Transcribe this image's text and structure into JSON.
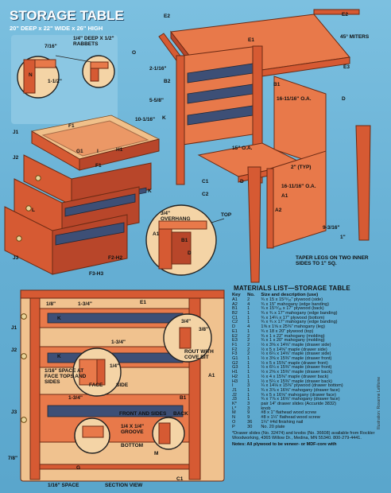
{
  "header": {
    "title": "STORAGE TABLE",
    "subtitle": "20\" DEEP x 22\" WIDE x 26\" HIGH"
  },
  "callouts": {
    "rabbets": "1/4\" DEEP X 1/2\" RABBETS",
    "seven_sixteenths": "7/16\"",
    "one_half": "1-1/2\"",
    "two_one_sixteenth": "2-1/16\"",
    "five_eighths": "5-5/8\"",
    "ten_one_sixteenth": "10-1/16\"",
    "sixteen_a": "16-11/16\" O.A.",
    "sixteen_b": "16-11/16\" O.A.",
    "two_typ": "2\" (TYP)",
    "fifteen_oa": "15\" O.A.",
    "miters": "45° MITERS",
    "nine_three": "9-3/16\"",
    "one_inch": "1\"",
    "taper": "TAPER LEGS ON TWO INNER SIDES TO 1\" SQ.",
    "overhang": "3/4\" OVERHANG",
    "top": "TOP",
    "one_eighth": "1/8\"",
    "one_three_quarter_a": "1-3/4\"",
    "one_three_quarter_b": "1-3/4\"",
    "one_three_quarter_c": "1-3/4\"",
    "three_eighths": "3/8\"",
    "three_quarter_d": "3/4\"",
    "rout": "ROUT WITH COVE BIT",
    "space": "1/16\" SPACE AT FACE TOPS AND SIDES",
    "face": "FACE",
    "side": "SIDE",
    "one_quarter": "1/4\"",
    "front_sides": "FRONT AND SIDES",
    "back": "BACK",
    "groove": "1/4 X 1/4\" GROOVE",
    "bottom": "BOTTOM",
    "seven_eighths": "7/8\"",
    "section_view": "SECTION VIEW",
    "one_sixteenth_space": "1/16\" SPACE"
  },
  "part_labels": {
    "E2_a": "E2",
    "E2_b": "E2",
    "E1_top": "E1",
    "E3": "E3",
    "O": "O",
    "N": "N",
    "B2": "B2",
    "K_a": "K",
    "B1_a": "B1",
    "D_a": "D",
    "F1_a": "F1",
    "J1_a": "J1",
    "J2_a": "J2",
    "G1": "G1",
    "I": "I",
    "H1": "H1",
    "F1_b": "F1",
    "K_b": "K",
    "L": "L",
    "C1": "C1",
    "C2": "C2",
    "A1": "A1",
    "A2": "A2",
    "D_b": "D",
    "J3_a": "J3",
    "F2H2": "F2-H2",
    "F3H3": "F3-H3",
    "A1_b": "A1",
    "B1_b": "B1",
    "D_c": "D",
    "E1_b": "E1",
    "J1_b": "J1",
    "K_c": "K",
    "J2_b": "J2",
    "K_d": "K",
    "J3_b": "J3",
    "B1_c": "B1",
    "A1_c": "A1",
    "M": "M",
    "C1_b": "C1",
    "G": "G"
  },
  "materials": {
    "heading": "MATERIALS LIST—STORAGE TABLE",
    "columns": [
      "Key",
      "No.",
      "Size and description (use)"
    ],
    "rows": [
      [
        "A1",
        "2",
        "¾ x 15 x 15¹⁵⁄₁₆\" plywood (side)"
      ],
      [
        "A2",
        "4",
        "¾ x 15\" mahogany (edge banding)"
      ],
      [
        "B1",
        "1",
        "¾ x 15¹⁵⁄₁₆ x 17\" plywood (back)"
      ],
      [
        "B2",
        "1",
        "¾ x ¾ x 17\" mahogany (edge banding)"
      ],
      [
        "C1",
        "1",
        "¾ x 14¼ x 17\" plywood (bottom)"
      ],
      [
        "C2",
        "1",
        "¾ x ¾ x 17\" mahogany (edge banding)"
      ],
      [
        "D",
        "4",
        "1⅝ x 1⅝ x 25⅜\" mahogany (leg)"
      ],
      [
        "E1",
        "1",
        "¾ x 18 x 20\" plywood (top)"
      ],
      [
        "E2",
        "2",
        "¾ x 1 x 22\" mahogany (molding)"
      ],
      [
        "E3",
        "2",
        "¾ x 1 x 20\" mahogany (molding)"
      ],
      [
        "F1",
        "2",
        "½ x 3⅝ x 14⅝\" maple (drawer side)"
      ],
      [
        "F2",
        "2",
        "½ x 5 x 14⅝\" maple (drawer side)"
      ],
      [
        "F3",
        "2",
        "½ x 6¼ x 14⅝\" maple (drawer side)"
      ],
      [
        "G1",
        "1",
        "½ x 3⅝ x 15⅜\" maple (drawer front)"
      ],
      [
        "G2",
        "1",
        "½ x 5 x 15⅜\" maple (drawer front)"
      ],
      [
        "G3",
        "1",
        "½ x 6¼ x 15⅜\" maple (drawer front)"
      ],
      [
        "H1",
        "1",
        "½ x 2⅝ x 15⅜\" maple (drawer back)"
      ],
      [
        "H2",
        "1",
        "½ x 4 x 15⅜\" maple (drawer back)"
      ],
      [
        "H3",
        "1",
        "½ x 5¼ x 15⅜\" maple (drawer back)"
      ],
      [
        "I",
        "3",
        "¼ x 14⅛ x 15⅜\" plywood (drawer bottom)"
      ],
      [
        "J1",
        "1",
        "¾ x 3⅞ x 16⅝\" mahogany (drawer face)"
      ],
      [
        "J2",
        "1",
        "¾ x 5 x 16⅝\" mahogany (drawer face)"
      ],
      [
        "J3",
        "1",
        "¾ x 7⅞ x 16⅝\" mahogany (drawer face)"
      ],
      [
        "K*",
        "3",
        "pair 14\" drawer slides (Accuride 3832)"
      ],
      [
        "L*",
        "3",
        "knob"
      ],
      [
        "M",
        "9",
        "#8 x 1\" flathead wood screw"
      ],
      [
        "N",
        "9",
        "#8 x 1¼\" flathead wood screw"
      ],
      [
        "O",
        "36",
        "1¼\" #4d finishing nail"
      ],
      [
        "P",
        "30",
        "No. 20 plate"
      ]
    ],
    "footnote": "*Drawer slides (No. 32474) and knobs (No. 36608) available from Rockler Woodworking, 4365 Willow Dr., Medina, MN 55340. 800-279-4441.",
    "note": "Notes: All plywood to be veneer- or MDF-core with"
  },
  "side_credit": "Illustration: Roxanne LeMoine"
}
